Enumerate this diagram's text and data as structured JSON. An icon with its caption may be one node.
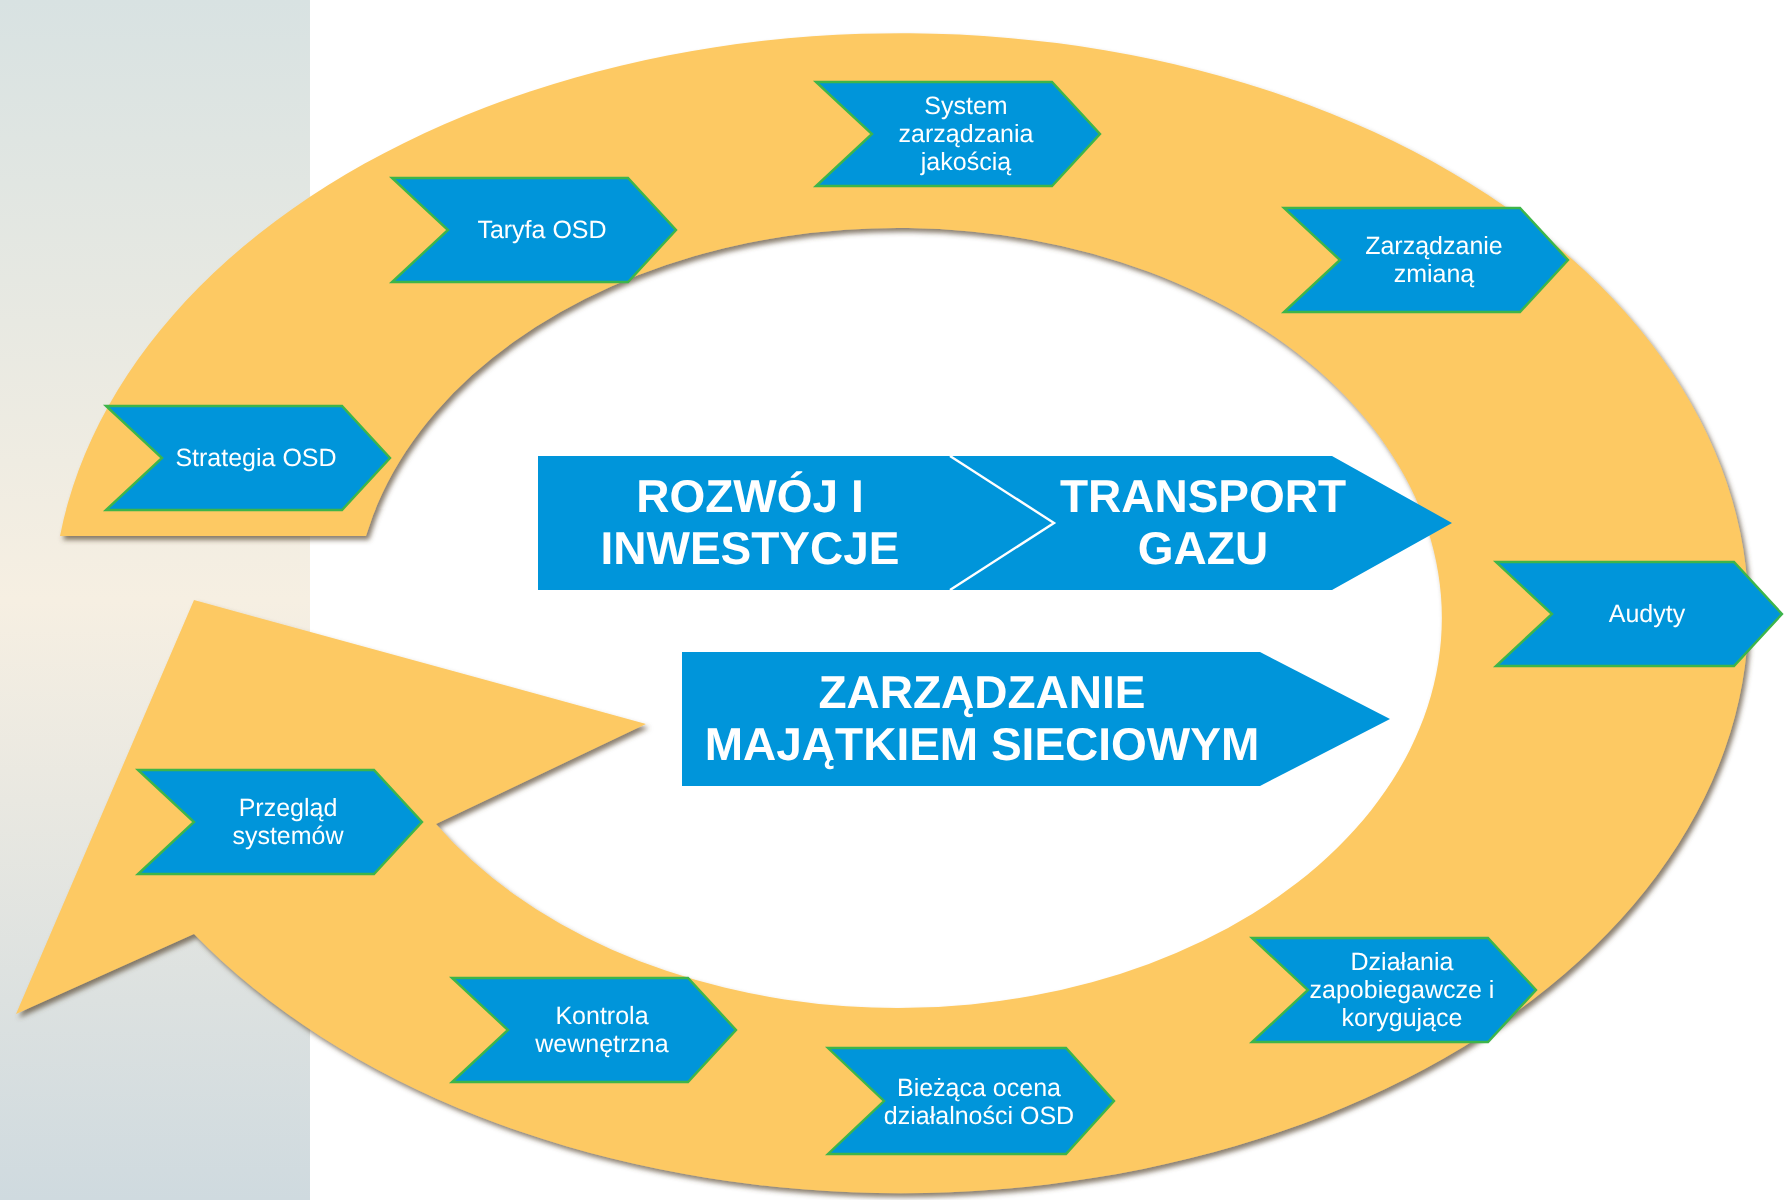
{
  "diagram": {
    "nodes": [
      {
        "text": [
          "Strategia OSD"
        ]
      },
      {
        "text": [
          "Taryfa OSD"
        ]
      },
      {
        "text": [
          "System zarządzania jakością"
        ]
      },
      {
        "text": [
          "Zarządzanie zmianą"
        ]
      },
      {
        "text": [
          "Audyty"
        ]
      },
      {
        "text": [
          "Działania zapobiegawcze i korygujące"
        ]
      },
      {
        "text": [
          "Bieżąca ocena działalności OSD"
        ]
      },
      {
        "text": [
          "Kontrola wewnętrzna"
        ]
      },
      {
        "text": [
          "Przegląd systemów"
        ]
      },
      {
        "text": [
          "ROZWÓJ I INWESTYCJE"
        ]
      },
      {
        "text": [
          "TRANSPORT GAZU"
        ]
      },
      {
        "text": [
          "ZARZĄDZANIE MAJĄTKIEM SIECIOWYM"
        ]
      }
    ]
  }
}
